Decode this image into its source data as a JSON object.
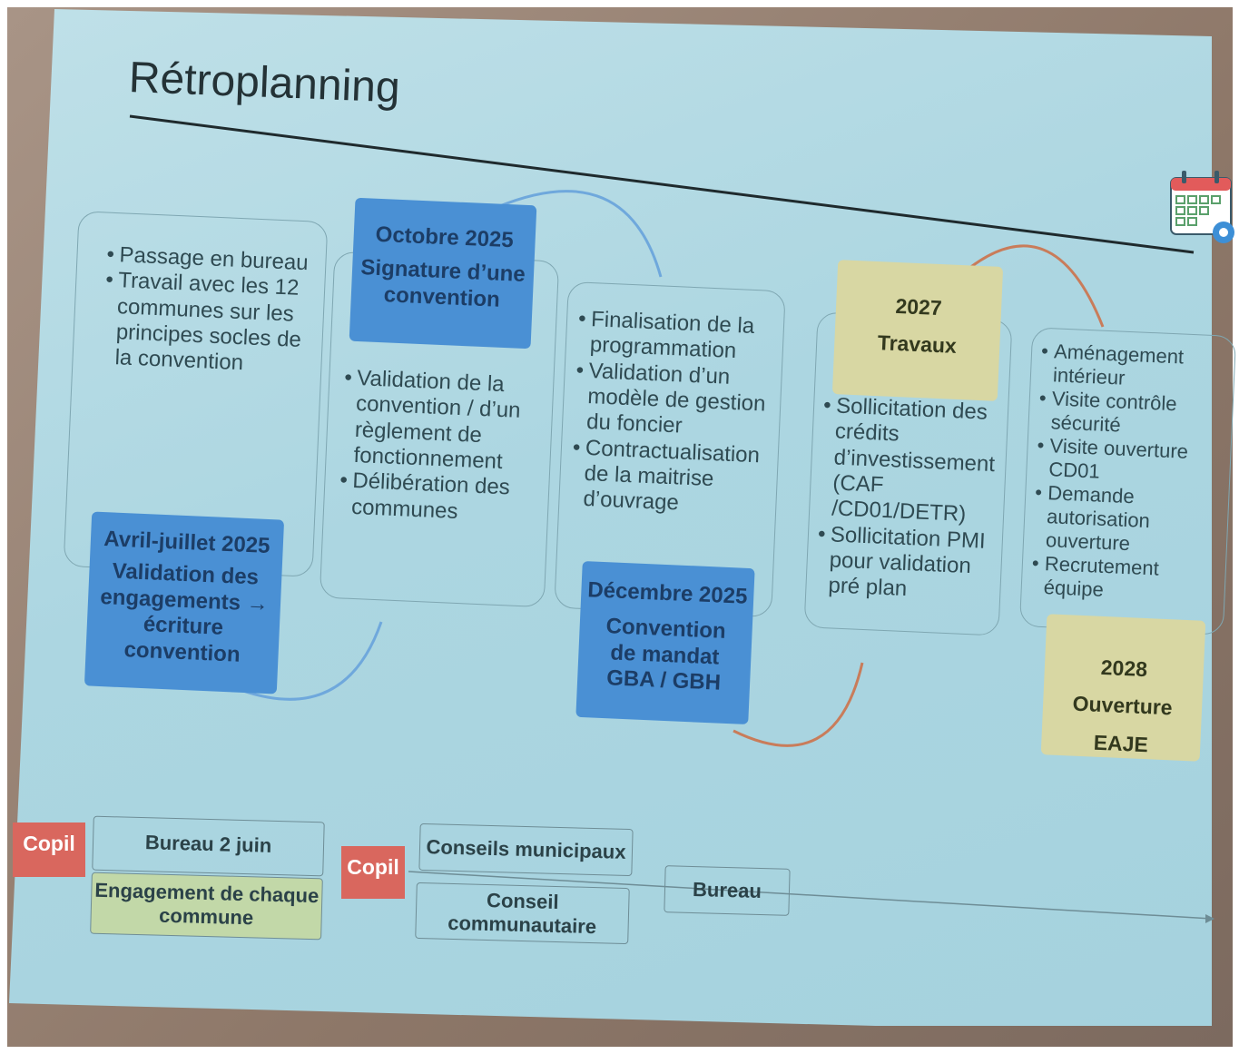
{
  "title": "Rétroplanning",
  "step1": {
    "bullets": [
      "Passage en bureau",
      "Travail avec les 12 communes sur les principes socles de la convention"
    ],
    "milestone_date": "Avril-juillet 2025",
    "milestone_text": "Validation des engagements → écriture convention"
  },
  "step2": {
    "milestone_date": "Octobre 2025",
    "milestone_text": "Signature d’une convention",
    "bullets": [
      "Validation de la convention / d’un règlement de fonctionnement",
      "Délibération des communes"
    ]
  },
  "step3": {
    "bullets": [
      "Finalisation de la programmation",
      "Validation d’un modèle de gestion du foncier",
      "Contractualisation de la maitrise d’ouvrage"
    ],
    "milestone_date": "Décembre 2025",
    "milestone_text": "Convention de mandat GBA / GBH"
  },
  "step4": {
    "milestone_date": "2027",
    "milestone_text": "Travaux",
    "bullets": [
      "Sollicitation des crédits d’investissement (CAF /CD01/DETR)",
      "Sollicitation PMI pour validation pré plan"
    ]
  },
  "step5": {
    "bullets": [
      "Aménagement intérieur",
      "Visite contrôle sécurité",
      "Visite ouverture CD01",
      "Demande autorisation ouverture",
      "Recrutement équipe"
    ],
    "milestone_date": "2028",
    "milestone_text": "Ouverture EAJE"
  },
  "timeline": {
    "copil_1": "Copil",
    "bureau_juin": "Bureau 2 juin",
    "engagement": "Engagement de chaque commune",
    "copil_2": "Copil",
    "conseils_municipaux": "Conseils municipaux",
    "conseil_communautaire": "Conseil communautaire",
    "bureau": "Bureau"
  },
  "icons": {
    "calendar": "calendar-gear-icon"
  },
  "colors": {
    "slide_bg": "#acd6e1",
    "milestone_blue": "#4a90d4",
    "milestone_yellow": "#d8d7a3",
    "copil_red": "#d9675e",
    "arrow_blue": "#6fa8dc",
    "arrow_orange": "#c97c5a"
  }
}
